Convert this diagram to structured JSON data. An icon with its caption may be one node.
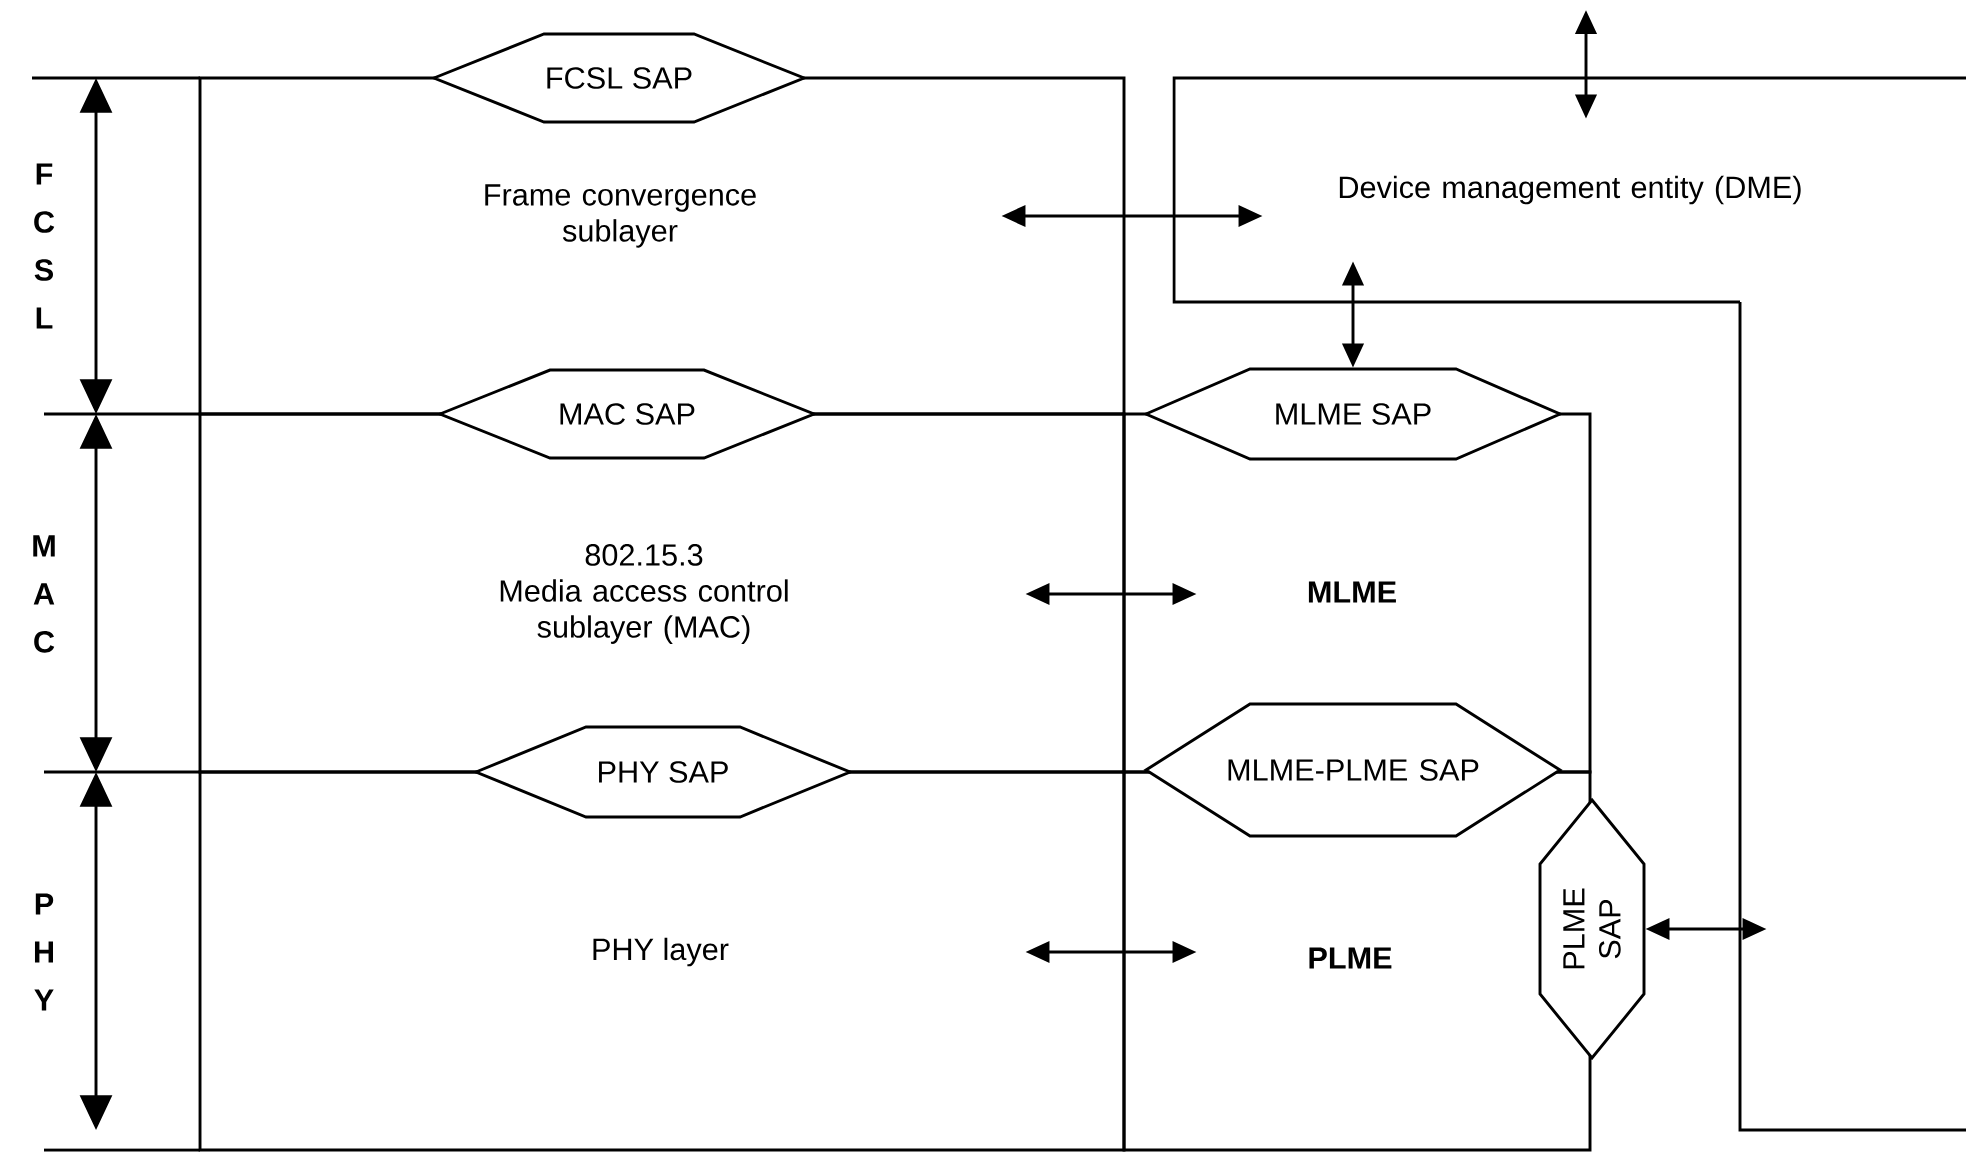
{
  "diagram": {
    "nodes": [
      {
        "text": [
          "FCSL SAP"
        ]
      },
      {
        "text": [
          "Frame convergence sublayer"
        ]
      },
      {
        "text": [
          "Device management entity (DME)"
        ]
      },
      {
        "text": [
          "MLME SAP"
        ]
      },
      {
        "text": [
          "MAC SAP"
        ]
      },
      {
        "text": [
          "802.15.3",
          "Media access control sublayer (MAC)"
        ]
      },
      {
        "text": [
          "MLME"
        ]
      },
      {
        "text": [
          "PHY SAP"
        ]
      },
      {
        "text": [
          "MLME-PLME SAP"
        ]
      },
      {
        "text": [
          "PHY layer"
        ]
      },
      {
        "text": [
          "PLME"
        ]
      },
      {
        "text": [
          "PLME SAP"
        ]
      },
      {
        "text": [],
        "shape": "bar"
      }
    ],
    "edges": [
      {
        "from": 1,
        "to": 2,
        "arrow": "both"
      },
      {
        "from": null,
        "to": 2,
        "arrow": "both"
      },
      {
        "from": 3,
        "to": 2,
        "arrow": "both"
      },
      {
        "from": 5,
        "to": 6,
        "arrow": "both"
      },
      {
        "from": 9,
        "to": 10,
        "arrow": "both"
      },
      {
        "from": 11,
        "to": 12,
        "arrow": "both"
      }
    ],
    "labels": [
      "FCSL",
      "MAC",
      "PHY"
    ]
  }
}
